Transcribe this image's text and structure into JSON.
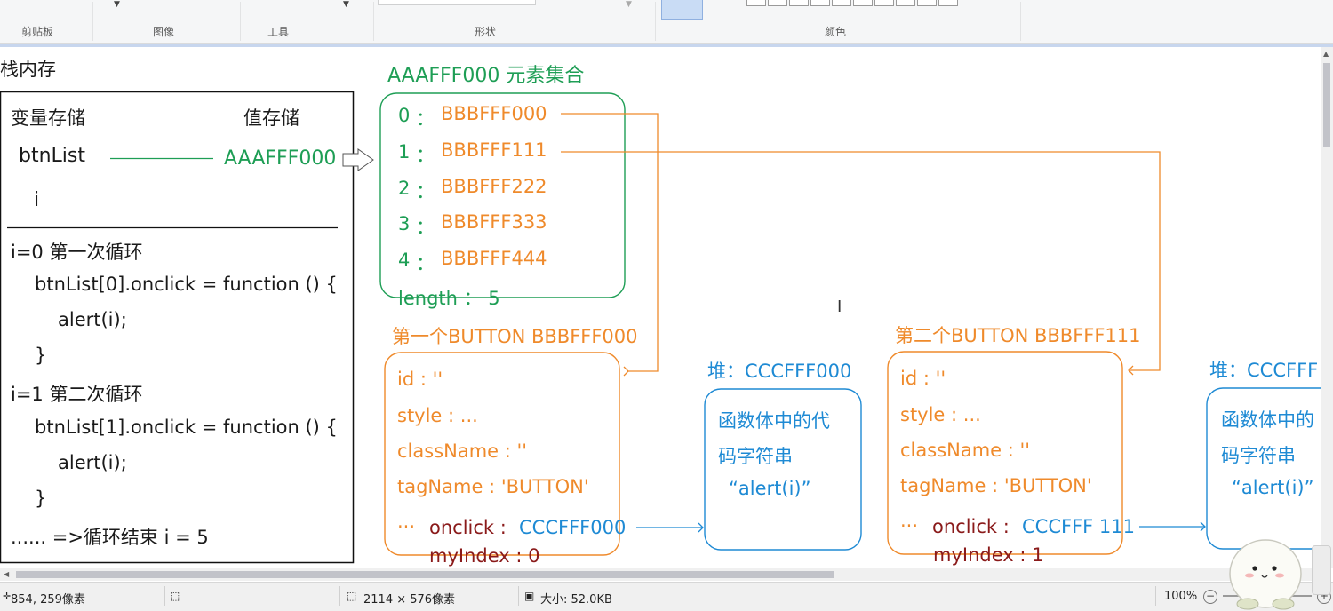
{
  "ribbon": {
    "groups": [
      "剪贴板",
      "图像",
      "工具",
      "形状",
      "颜色"
    ]
  },
  "stack": {
    "title": "栈内存",
    "header_var": "变量存储",
    "header_val": "值存储",
    "var_btnlist": "btnList",
    "val_btnlist": "AAAFFF000",
    "var_i": "i",
    "code": [
      "i=0  第一次循环",
      "btnList[0].onclick = function () {",
      "alert(i);",
      "}",
      "i=1 第二次循环",
      "btnList[1].onclick = function () {",
      "alert(i);",
      "}",
      "......   =>循环结束 i = 5"
    ]
  },
  "collection": {
    "title": "AAAFFF000 元素集合",
    "rows": [
      {
        "index": "0",
        "sep": "：",
        "value": "BBBFFF000"
      },
      {
        "index": "1",
        "sep": "：",
        "value": "BBBFFF111"
      },
      {
        "index": "2",
        "sep": "：",
        "value": "BBBFFF222"
      },
      {
        "index": "3",
        "sep": "：",
        "value": "BBBFFF333"
      },
      {
        "index": "4",
        "sep": "：",
        "value": "BBBFFF444"
      }
    ],
    "length": "length  ：  5"
  },
  "button1": {
    "title": "第一个BUTTON    BBBFFF000",
    "props": [
      "id : ''",
      "style : ...",
      "className : ''",
      "tagName : 'BUTTON'"
    ],
    "dots": "···",
    "onclick_key": "onclick : ",
    "onclick_val": "CCCFFF000",
    "myindex": "myIndex : 0"
  },
  "heap1": {
    "title": "堆：CCCFFF000",
    "lines": [
      "函数体中的代",
      "码字符串",
      "“alert(i)”"
    ]
  },
  "button2": {
    "title": "第二个BUTTON    BBBFFF111",
    "props": [
      "id : ''",
      "style : ...",
      "className : ''",
      "tagName : 'BUTTON'"
    ],
    "dots": "···",
    "onclick_key": "onclick : ",
    "onclick_val": "CCCFFF 111",
    "myindex": "myIndex : 1"
  },
  "heap2": {
    "title": "堆：CCCFFF",
    "lines": [
      "函数体中的",
      "码字符串",
      "“alert(i)”"
    ]
  },
  "status": {
    "coords": "854, 259像素",
    "dimensions": "2114 × 576像素",
    "size": "大小: 52.0KB",
    "zoom": "100%"
  },
  "colors": {
    "green": "#1e9e55",
    "orange": "#ef8a2b",
    "blue": "#1e8ad4",
    "dark_red": "#8a1a1a"
  }
}
